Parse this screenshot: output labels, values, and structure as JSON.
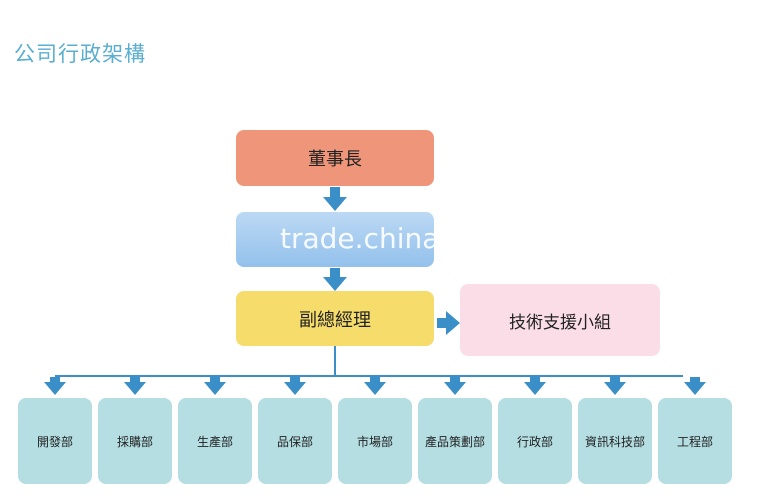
{
  "title": "公司行政架構",
  "watermark": "trade.china.cn",
  "nodes": {
    "chairman": "董事長",
    "middle": "",
    "vice_gm": "副總經理",
    "tech_support": "技術支援小組"
  },
  "departments": [
    "開發部",
    "採購部",
    "生產部",
    "品保部",
    "市場部",
    "產品策劃部",
    "行政部",
    "資訊科技部",
    "工程部"
  ],
  "colors": {
    "title": "#5aaed0",
    "chairman": "#ef967a",
    "middle": "#93c1ec",
    "vice_gm": "#f6dc6a",
    "tech_support": "#fadde7",
    "department": "#b4dee2",
    "connector": "#3a8fc8"
  }
}
